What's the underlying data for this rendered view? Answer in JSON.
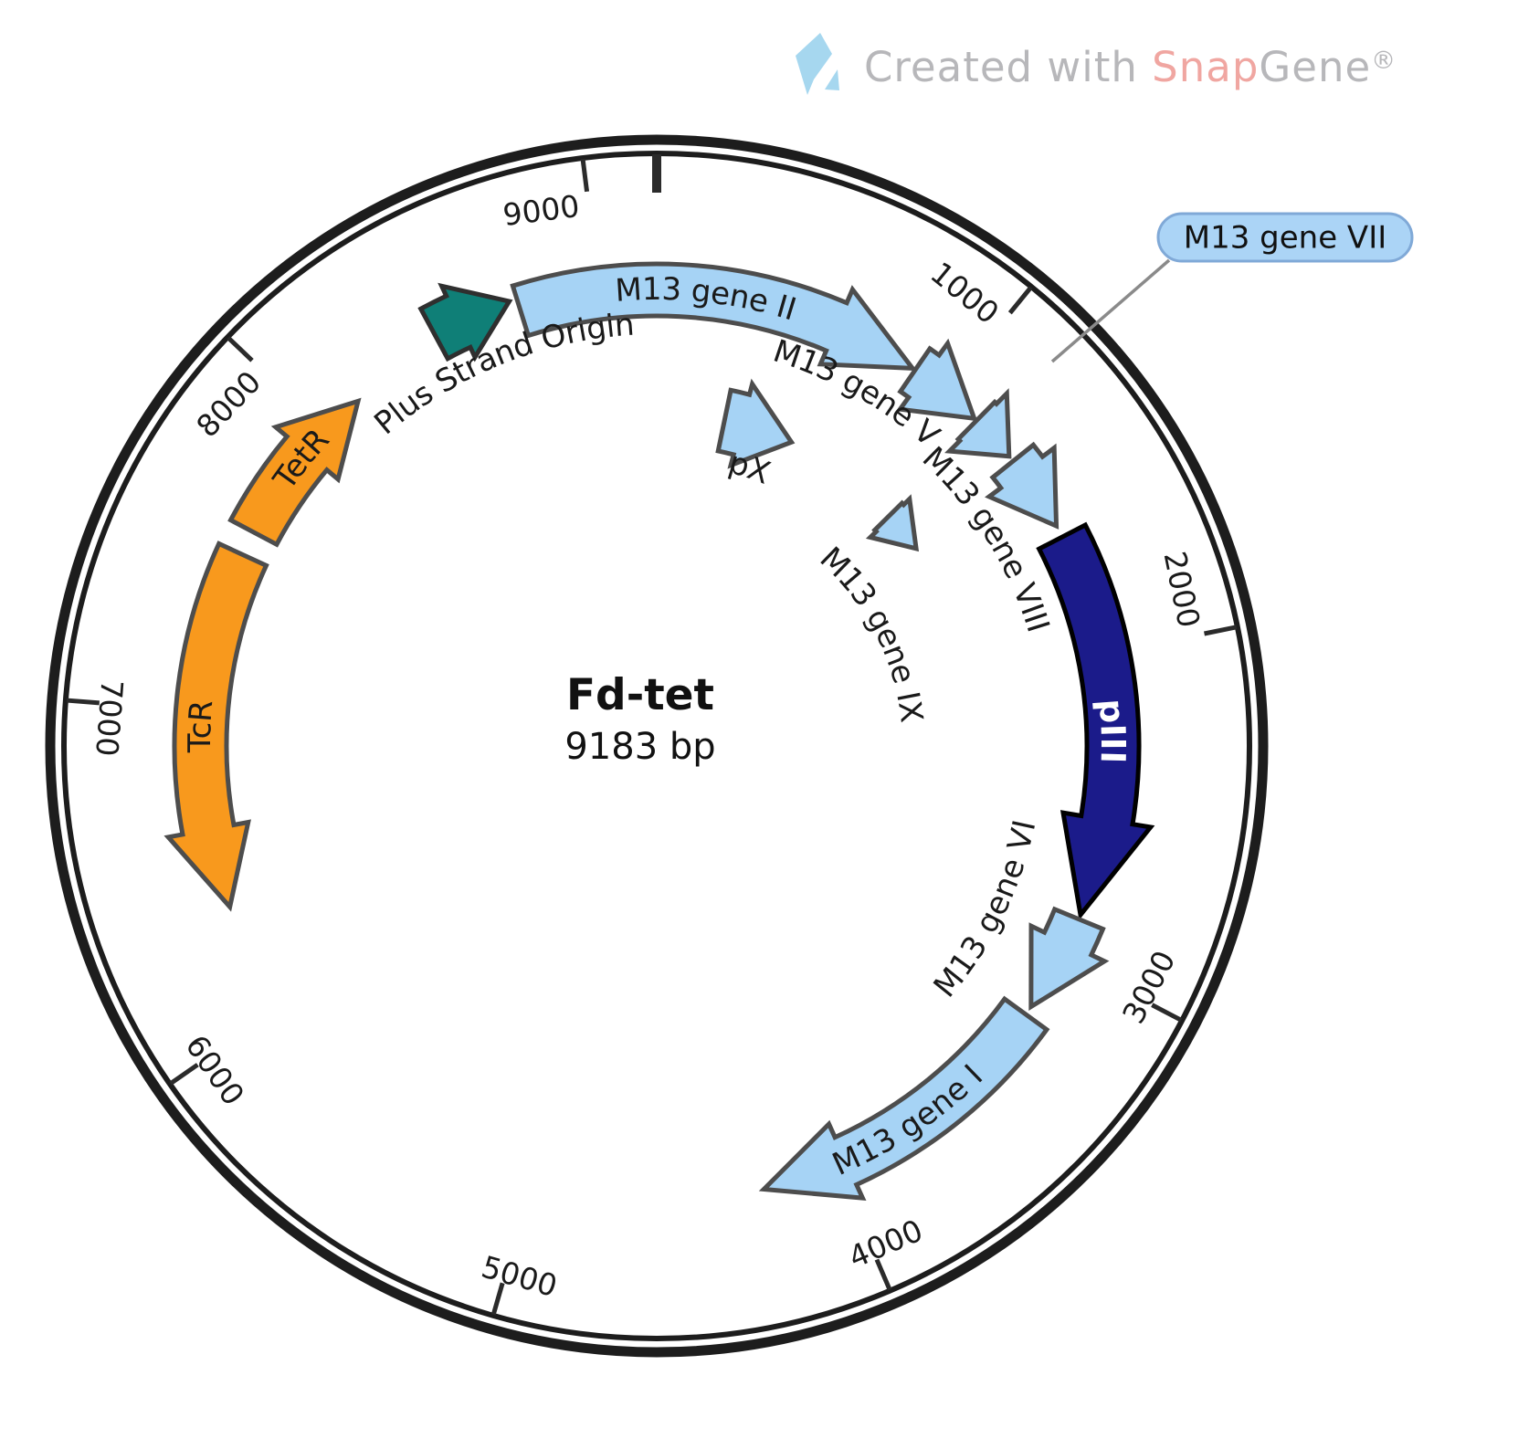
{
  "watermark": {
    "created_with": "Created with ",
    "brand_snap": "Snap",
    "brand_gene": "Gene",
    "registered": "®",
    "snap_color": "#F0A6A1",
    "gray_color": "#B7B7BA",
    "logo_color": "#A6D7EF"
  },
  "plasmid": {
    "name": "Fd-tet",
    "length_bp": 9183,
    "size_label": "9183 bp",
    "colors": {
      "lightblue": "#A6D3F5",
      "navy": "#1B1B8A",
      "orange": "#F8991D",
      "teal": "#0F7F77",
      "feature_stroke": "#4D4D4D",
      "ring": "#1D1D1D",
      "tick": "#2B2B2B",
      "label_text": "#1A1A1A",
      "callout_fill": "#ABD4F6",
      "callout_border": "#80A9D7",
      "leader_line": "#8A8A8A"
    },
    "ticks": {
      "interval": 1000,
      "values": [
        1000,
        2000,
        3000,
        4000,
        5000,
        6000,
        7000,
        8000,
        9000
      ]
    },
    "features": [
      {
        "id": "m13-gene-ii",
        "label": "M13 gene II",
        "start": 8740,
        "end": 870,
        "strand": "forward",
        "fill": "lightblue",
        "head": 95
      },
      {
        "id": "m13-gene-v",
        "label": "M13 gene V",
        "start": 880,
        "end": 1125,
        "strand": "forward",
        "fill": "lightblue",
        "head": 72
      },
      {
        "id": "m13-gene-vii",
        "label": "M13 gene VII",
        "start": 1135,
        "end": 1290,
        "strand": "forward",
        "fill": "lightblue",
        "head": 58
      },
      {
        "id": "m13-gene-viii",
        "label": "M13 gene VIII",
        "start": 1310,
        "end": 1560,
        "strand": "forward",
        "fill": "lightblue",
        "head": 70
      },
      {
        "id": "piii",
        "label": "pIII",
        "start": 1600,
        "end": 2850,
        "strand": "forward",
        "fill": "navy",
        "stroke": "#000000",
        "head": 108,
        "flare": 20
      },
      {
        "id": "m13-gene-vi",
        "label": "M13 gene VI",
        "start": 2865,
        "end": 3185,
        "strand": "forward",
        "fill": "lightblue",
        "head": 80
      },
      {
        "id": "m13-gene-i",
        "label": "M13 gene I",
        "start": 3215,
        "end": 4245,
        "strand": "forward",
        "fill": "lightblue",
        "head": 95
      },
      {
        "id": "tcr",
        "label": "TcR",
        "start": 6360,
        "end": 7520,
        "strand": "reverse",
        "fill": "orange",
        "head": 88
      },
      {
        "id": "tetr",
        "label": "TetR",
        "start": 7600,
        "end": 8140,
        "strand": "forward",
        "fill": "orange",
        "head": 80
      },
      {
        "id": "plus-strand-origin",
        "label": "Plus Strand Origin",
        "start": 8460,
        "end": 8715,
        "strand": "forward",
        "fill": "teal",
        "stroke": "#2F2F2F",
        "head": 60,
        "flare": 12,
        "band": {
          "rIn": 482,
          "rOut": 544
        }
      },
      {
        "id": "px",
        "label": "pX",
        "start": 300,
        "end": 610,
        "strand": "forward",
        "fill": "lightblue",
        "head": 58,
        "flare": 12,
        "band": {
          "rIn": 330,
          "rOut": 398
        }
      },
      {
        "id": "m13-gene-ix",
        "label": "M13 gene IX",
        "start": 1155,
        "end": 1345,
        "strand": "forward",
        "fill": "lightblue",
        "head": 44,
        "flare": 9,
        "band": {
          "rIn": 336,
          "rOut": 378
        }
      }
    ],
    "curved_labels": [
      {
        "id": "m13-gene-ii-label",
        "text": "M13 gene II",
        "r": 500,
        "start": 8740,
        "end": 760
      },
      {
        "id": "m13-gene-v-label",
        "text": "M13 gene V",
        "r": 452,
        "start": 360,
        "end": 1140
      },
      {
        "id": "m13-gene-viii-label",
        "text": "M13 gene VIII",
        "r": 437,
        "start": 1060,
        "end": 1900
      },
      {
        "id": "m13-gene-ix-label",
        "text": "M13 gene IX",
        "r": 280,
        "start": 1030,
        "end": 2180
      },
      {
        "id": "px-label",
        "text": "pX",
        "r": 321,
        "start": 350,
        "end": 590
      },
      {
        "id": "piii-label",
        "text": "pIII",
        "r": 500,
        "start": 1900,
        "end": 2600,
        "fill": "#FFFFFF",
        "weight": "bold",
        "size": 37,
        "spacing": 1
      },
      {
        "id": "m13-gene-vi-label",
        "text": "M13 gene VI",
        "r": 412,
        "start": 2600,
        "end": 3330,
        "flip": true
      },
      {
        "id": "m13-gene-i-label",
        "text": "M13 gene I",
        "r": 500,
        "start": 3280,
        "end": 4180,
        "flip": true
      },
      {
        "id": "tcr-label",
        "text": "TcR",
        "r": 500,
        "start": 6650,
        "end": 7250
      },
      {
        "id": "tetr-label",
        "text": "TetR",
        "r": 500,
        "start": 7660,
        "end": 8100
      },
      {
        "id": "plus-strand-origin-label",
        "text": "Plus Strand Origin",
        "r": 462,
        "start": 8100,
        "end": 9140
      }
    ],
    "callout": {
      "label": "M13 gene VII"
    }
  }
}
